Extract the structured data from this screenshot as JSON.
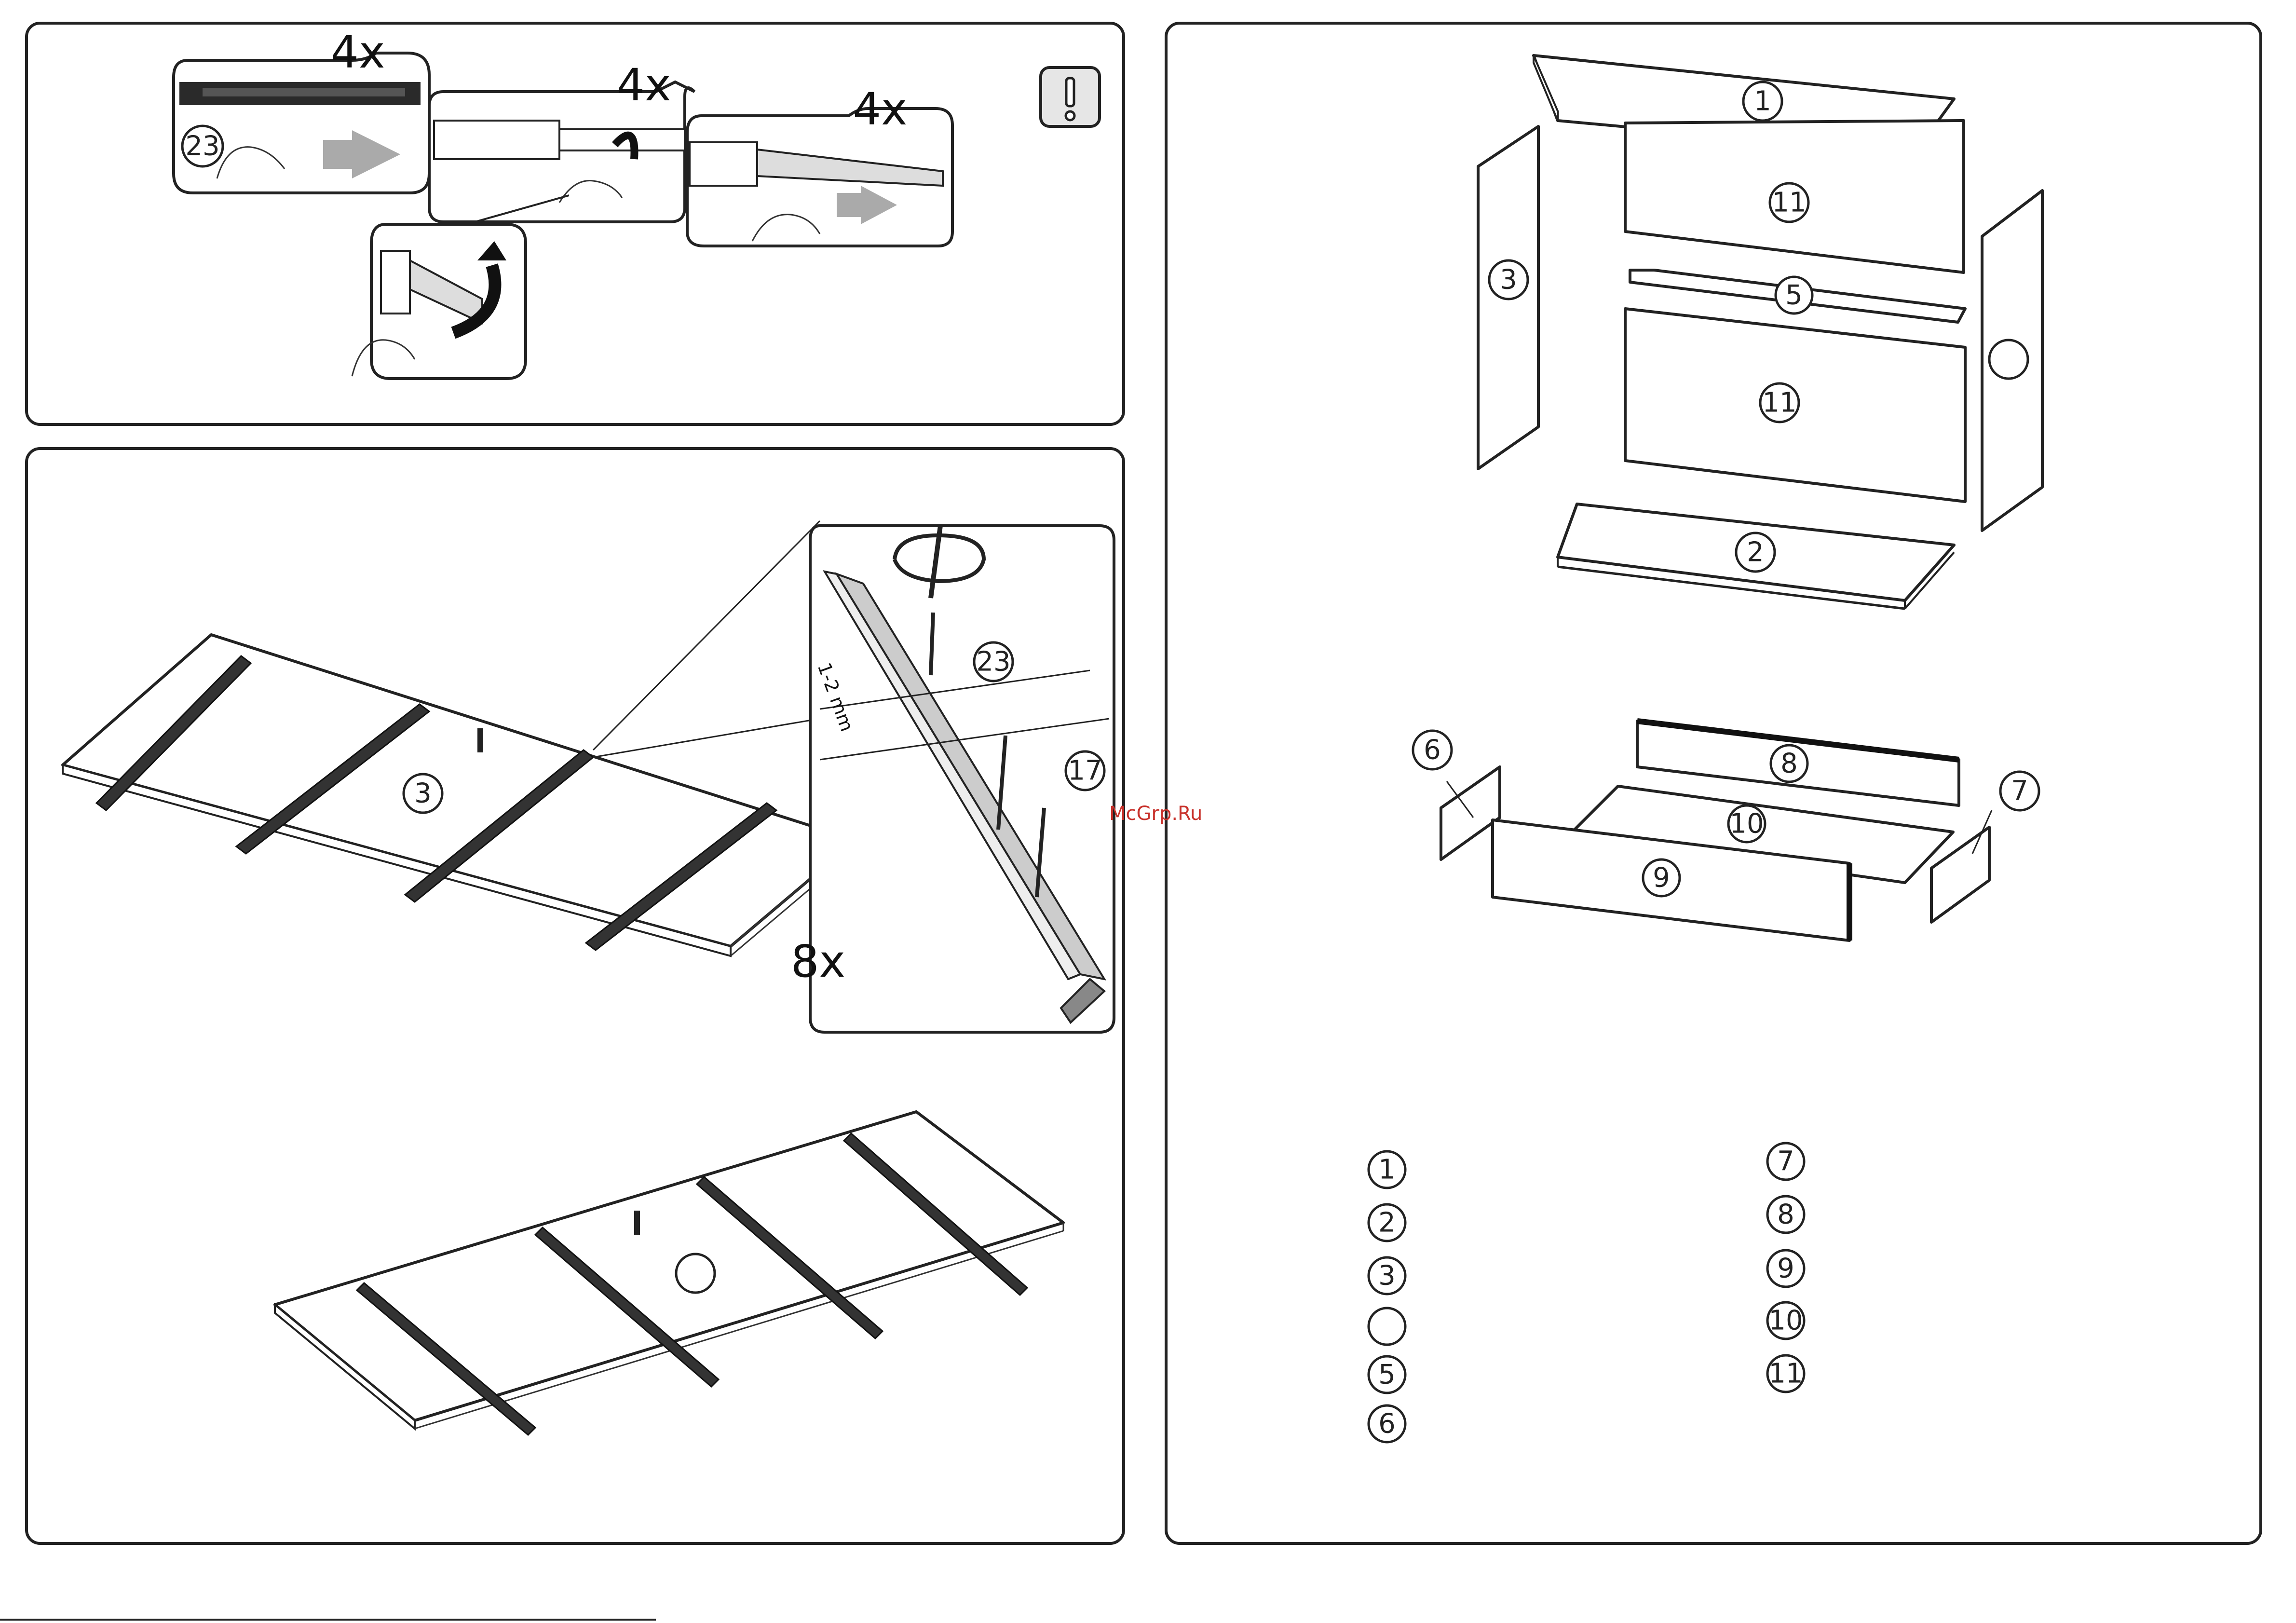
{
  "step1": {
    "count_a": "4x",
    "count_b": "4x",
    "count_c": "4x",
    "slide_part_label": "23"
  },
  "step2": {
    "panel_label": "3",
    "screw_part_label": "23",
    "screw_b_label": "17",
    "depth_note": "1-2 mm",
    "count": "8x",
    "mirror_panel_label": ""
  },
  "watermark": "McGrp.Ru",
  "exploded": {
    "top": "1",
    "back_upper": "11",
    "side_left": "3",
    "shelf": "5",
    "back_lower": "11",
    "side_right": "",
    "bottom": "2",
    "drawer_left": "6",
    "drawer_back": "8",
    "drawer_bottom": "10",
    "drawer_front": "9",
    "drawer_right": "7"
  },
  "parts_list": {
    "col1": [
      "1",
      "2",
      "3",
      "",
      "5",
      "6"
    ],
    "col2": [
      "7",
      "8",
      "9",
      "10",
      "11"
    ]
  },
  "colors": {
    "line": "#222222",
    "arrow": "#999999",
    "watermark": "#c8312b"
  }
}
